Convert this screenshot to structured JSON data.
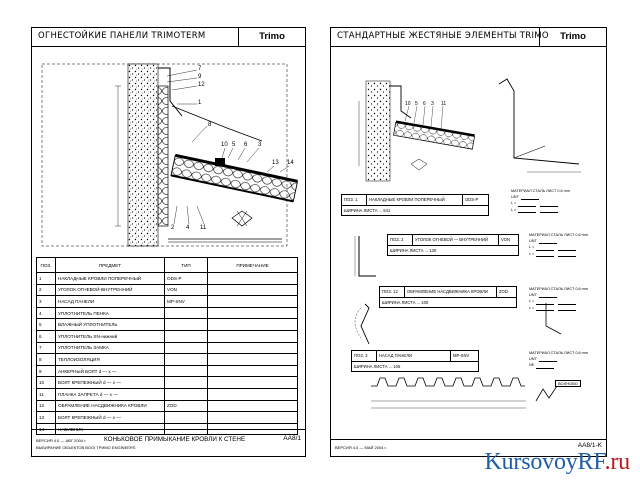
{
  "left_sheet": {
    "title": "ОГНЕСТОЙКИЕ ПАНЕЛИ TRIMOTERM",
    "logo": "Trimo",
    "callouts": [
      "7",
      "9",
      "12",
      "1",
      "8",
      "10",
      "5",
      "6",
      "3",
      "13",
      "14",
      "2",
      "4",
      "11"
    ],
    "table": {
      "headers": [
        "ПОЗ.",
        "ПРЕДМЕТ",
        "ТИП",
        "ПРИМЕЧАНИЕ"
      ],
      "rows": [
        [
          "1",
          "НАКЛАДНЫЕ КРОВЛИ ПОПЕРЕЧНЫЙ",
          "ODS-P",
          ""
        ],
        [
          "2",
          "УГОЛОК ОГНЕВОЙ-ВНУТРЕННИЙ",
          "VON",
          ""
        ],
        [
          "3",
          "НАСАД ПАНЕЛИ",
          "MP-SNV",
          ""
        ],
        [
          "4",
          "УПЛОТНИТЕЛЬ ПЕНКА",
          "",
          ""
        ],
        [
          "5",
          "ВЛАЖНЫЙ УПЛОТНИТЕЛЬ",
          "",
          ""
        ],
        [
          "6",
          "УПЛОТНИТЕЛЬ SN-нижний",
          "",
          ""
        ],
        [
          "7",
          "УПЛОТНИТЕЛЬ ЗАМКА",
          "",
          ""
        ],
        [
          "8",
          "ТЕПЛОИЗОЛЯЦИЯ",
          "",
          ""
        ],
        [
          "9",
          "АНКЕРНЫЙ БОЛТ d — x —",
          "",
          ""
        ],
        [
          "10",
          "БОЛТ КРЕПЕЖНЫЙ d — x —",
          "",
          ""
        ],
        [
          "11",
          "ПЛАНКА ЗАПРЕТА d — x —",
          "",
          ""
        ],
        [
          "12",
          "ОБРАМЛЕНИЕ НАСДВИЖНИКА КРОВЛИ",
          "ZOD",
          ""
        ],
        [
          "13",
          "БОЛТ КРЕПЕЖНЫЙ d — x —",
          "",
          ""
        ],
        [
          "14",
          "НАБИВНИК",
          "",
          ""
        ]
      ]
    },
    "footer_left_1": "ВЕРСИЯ 4.0 — АВГ 2004 г.",
    "footer_left_2": "ВЫБИРАНИЕ ОБЪЕКТОВ BOGI ТРИМО ENGINEERS",
    "footer_title": "КОНЬКОВОЕ ПРИМЫКАНИЕ КРОВЛИ К СТЕНЕ",
    "sheet_no": "AA8/1"
  },
  "right_sheet": {
    "title": "СТАНДАРТНЫЕ ЖЕСТЯНЫЕ ЭЛЕМЕНТЫ TRIMO",
    "logo": "Trimo",
    "callouts_top": [
      "10",
      "5",
      "6",
      "3",
      "11"
    ],
    "box1": {
      "pos": "ПОЗ. 1",
      "name": "НАКЛАДНЫЕ КРОВЛИ ПОПЕРЕЧНЫЙ",
      "type": "ODS-P",
      "width": "ШИРИНА ЛИСТА ... 541"
    },
    "box2": {
      "pos": "ПОЗ. 2",
      "name": "УГОЛОК ОГНЕВОЙ — ВНУТРЕННИЙ",
      "type": "VON",
      "width": "ШИРИНА ЛИСТА ... 130"
    },
    "box3": {
      "pos": "ПОЗ. 12",
      "name": "ОБРАМЛЕНИЕ НАСДВИЖНИКА КРОВЛИ",
      "type": "ZOD",
      "width": "ШИРИНА ЛИСТА ... 100"
    },
    "box4": {
      "pos": "ПОЗ. 3",
      "name": "НАСАД ПАНЕЛИ",
      "type": "MP-SNV",
      "width": "ШИРИНА ЛИСТА ... 105"
    },
    "material_1": {
      "line": "МАТЕРИАЛ СТАЛЬ ЛИСТ 0,6 mm",
      "a": "UNT",
      "b": "L =",
      "c": "L ="
    },
    "material_2": {
      "line": "МАТЕРИАЛ СТАЛЬ ЛИСТ 0,6 mm",
      "a": "UNT",
      "b": "L =",
      "c": "L ="
    },
    "material_3": {
      "line": "МАТЕРИАЛ СТАЛЬ ЛИСТ 0,6 mm",
      "a": "UNT",
      "b": "L =",
      "c": "L ="
    },
    "material_4": {
      "line": "МАТЕРИАЛ СТАЛЬ ЛИСТ 0,6 mm",
      "a": "UNT",
      "b": "NE"
    },
    "tag": "ВОЛНОВО",
    "footer_left": "ВЕРСИЯ 4.0 — МАЙ 2004 г.",
    "sheet_no": "AA8/1-K"
  },
  "watermark": {
    "main": "KursovoyRF",
    "suffix": ".ru"
  }
}
